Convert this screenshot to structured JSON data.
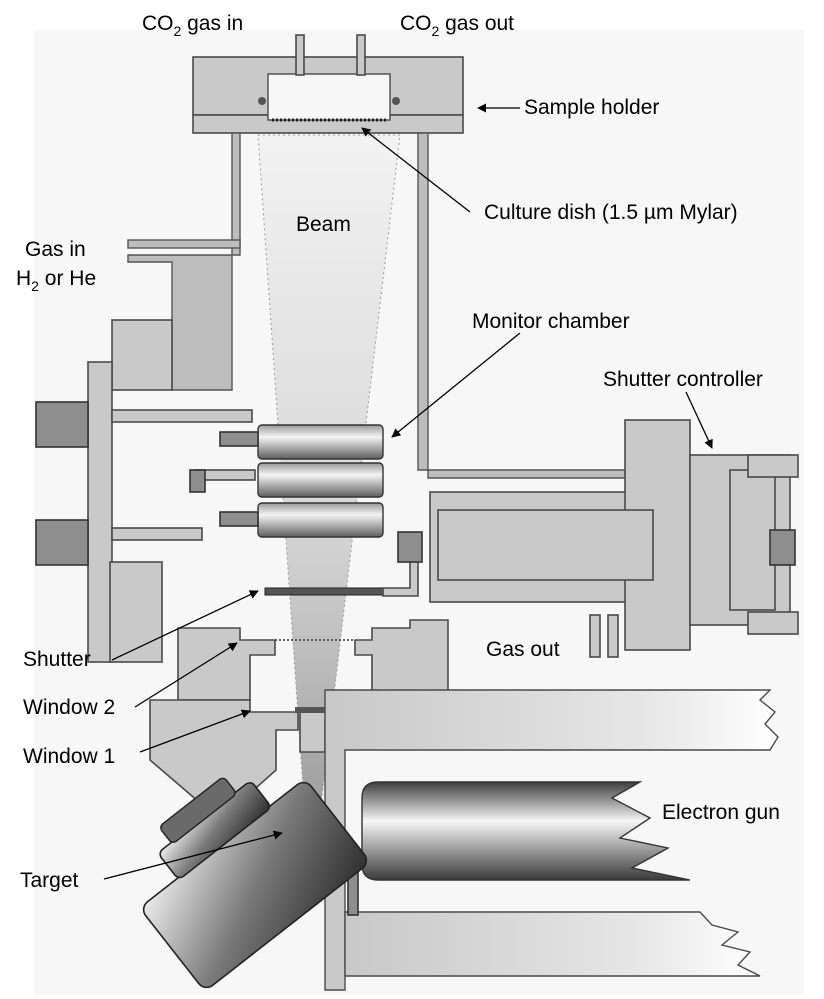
{
  "labels": {
    "co2_in": {
      "pre": "CO",
      "sub": "2",
      "post": " gas in"
    },
    "co2_out": {
      "pre": "CO",
      "sub": "2",
      "post": " gas out"
    },
    "sample_holder": "Sample holder",
    "culture_dish": "Culture dish (1.5 µm Mylar)",
    "beam": "Beam",
    "gas_in_line1": "Gas in",
    "gas_in_line2": {
      "pre": "H",
      "sub": "2",
      "post": " or He"
    },
    "monitor_chamber": "Monitor chamber",
    "shutter_controller": "Shutter controller",
    "shutter": "Shutter",
    "gas_out": "Gas out",
    "window2": "Window 2",
    "window1": "Window 1",
    "electron_gun": "Electron gun",
    "target": "Target"
  },
  "colors": {
    "body": "#c9c9c9",
    "outline": "#4a4a4a",
    "beam": "#d6d6d6",
    "metal_dark": "#6f6f6f"
  }
}
